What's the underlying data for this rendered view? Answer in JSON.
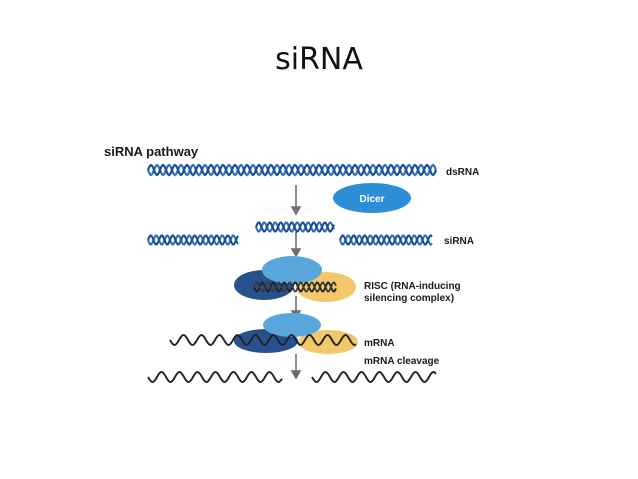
{
  "slide": {
    "title": "siRNA"
  },
  "diagram": {
    "heading": "siRNA pathway",
    "labels": {
      "dsrna": "dsRNA",
      "dicer": "Dicer",
      "sirna": "siRNA",
      "risc_line1": "RISC (RNA-inducing",
      "risc_line2": "silencing complex)",
      "mrna": "mRNA",
      "cleavage": "mRNA cleavage"
    },
    "colors": {
      "strand_blue": "#2f6fb8",
      "strand_dark": "#222222",
      "dicer": "#2c8ed6",
      "risc_top": "#59a6dc",
      "risc_left": "#27508f",
      "risc_right": "#f3c86a",
      "arrow": "#6f6f6f"
    }
  }
}
